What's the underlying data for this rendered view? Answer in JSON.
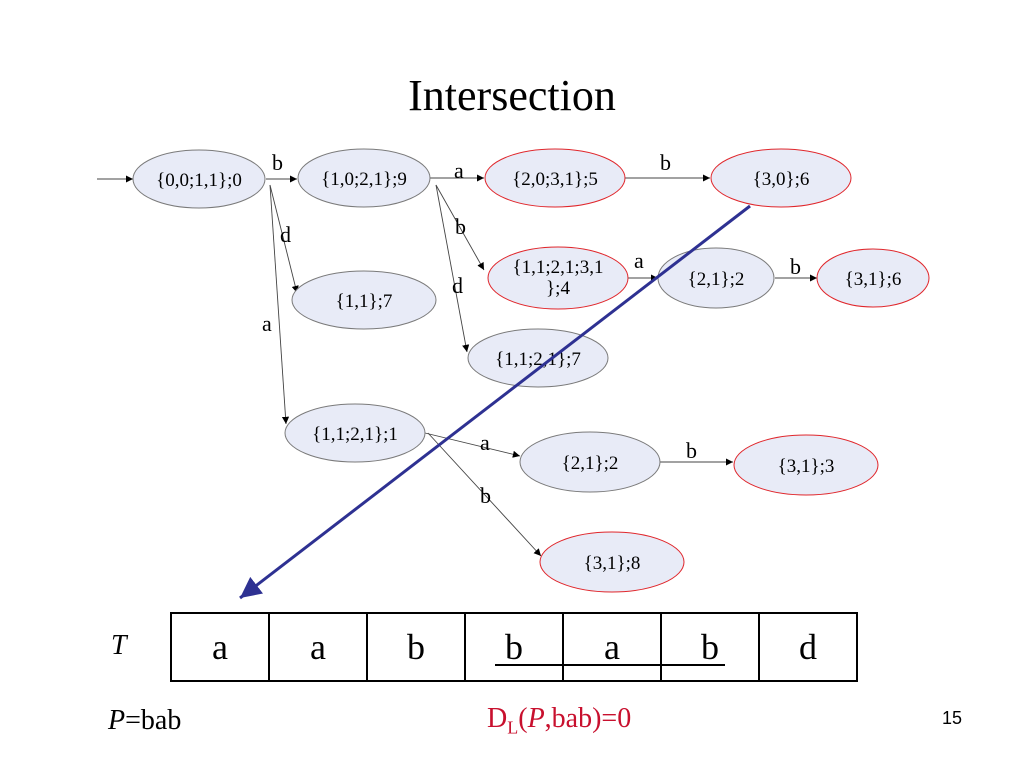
{
  "slide": {
    "title": "Intersection",
    "page_number": "15"
  },
  "nodes": [
    {
      "id": "n1",
      "label": "{0,0;1,1};0",
      "highlight": false
    },
    {
      "id": "n2",
      "label": "{1,0;2,1};9",
      "highlight": false
    },
    {
      "id": "n3",
      "label": "{2,0;3,1};5",
      "highlight": true
    },
    {
      "id": "n4",
      "label": "{3,0};6",
      "highlight": true
    },
    {
      "id": "n5",
      "label_lines": [
        "{1,1;2,1;3,1",
        "};4"
      ],
      "highlight": true
    },
    {
      "id": "n6",
      "label": "{2,1};2",
      "highlight": false
    },
    {
      "id": "n7",
      "label": "{3,1};6",
      "highlight": true
    },
    {
      "id": "n8",
      "label": "{1,1};7",
      "highlight": false
    },
    {
      "id": "n9",
      "label": "{1,1;2,1};7",
      "highlight": false
    },
    {
      "id": "n10",
      "label": "{1,1;2,1};1",
      "highlight": false
    },
    {
      "id": "n11",
      "label": "{2,1};2",
      "highlight": false
    },
    {
      "id": "n12",
      "label": "{3,1};3",
      "highlight": true
    },
    {
      "id": "n13",
      "label": "{3,1};8",
      "highlight": true
    }
  ],
  "edges": [
    {
      "from": "n1",
      "to": "n2",
      "label": "b"
    },
    {
      "from": "n1",
      "to": "n8",
      "label": "d"
    },
    {
      "from": "n1",
      "to": "n10",
      "label": "a"
    },
    {
      "from": "n2",
      "to": "n3",
      "label": "a"
    },
    {
      "from": "n2",
      "to": "n5",
      "label": "b"
    },
    {
      "from": "n2",
      "to": "n9",
      "label": "d"
    },
    {
      "from": "n3",
      "to": "n4",
      "label": "b"
    },
    {
      "from": "n5",
      "to": "n6",
      "label": "a"
    },
    {
      "from": "n6",
      "to": "n7",
      "label": "b"
    },
    {
      "from": "n10",
      "to": "n11",
      "label": "a"
    },
    {
      "from": "n10",
      "to": "n13",
      "label": "b"
    },
    {
      "from": "n11",
      "to": "n12",
      "label": "b"
    }
  ],
  "colors": {
    "node_fill": "#e8ebf7",
    "node_border": "#7a7a7a",
    "highlight_border": "#e0262b",
    "pointer_arrow": "#2e3192",
    "distance_text": "#c8102e"
  },
  "text_row": {
    "label": "T",
    "cells": [
      "a",
      "a",
      "b",
      "b",
      "a",
      "b",
      "d"
    ]
  },
  "pattern": {
    "label": "P",
    "value": "=bab"
  },
  "distance": {
    "prefix": "D",
    "subscript": "L",
    "open": "(",
    "var": "P",
    "rest": ",bab)=0"
  }
}
